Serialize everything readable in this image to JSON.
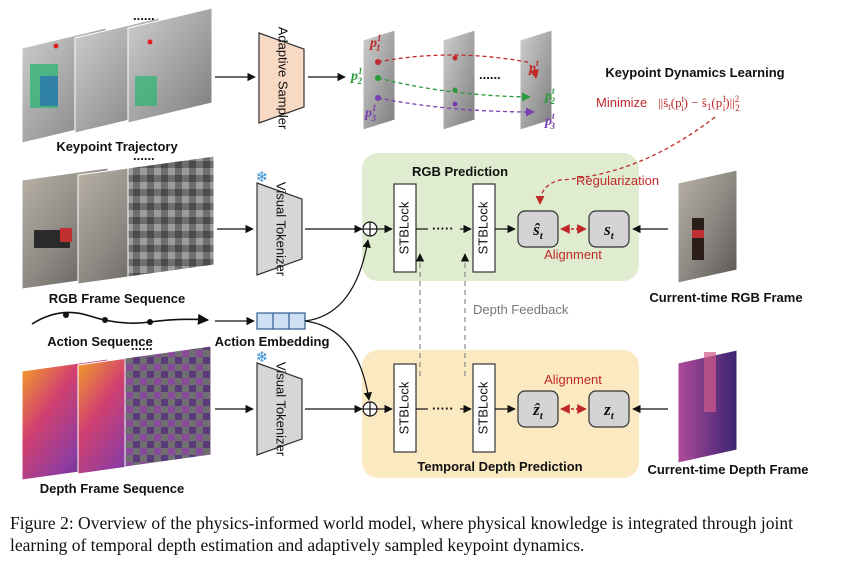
{
  "labels": {
    "keypoint_trajectory": "Keypoint Trajectory",
    "adaptive_sampler": "Adaptive Sampler",
    "keypoint_dynamics_learning": "Keypoint Dynamics Learning",
    "minimize": "Minimize",
    "rgb_prediction": "RGB Prediction",
    "regularization": "Regularization",
    "visual_tokenizer": "Visual Tokenizer",
    "stblock": "STBLock",
    "ellipsis": "......",
    "alignment": "Alignment",
    "rgb_frame_sequence": "RGB Frame Sequence",
    "current_time_rgb_frame": "Current-time RGB Frame",
    "depth_feedback": "Depth Feedback",
    "action_sequence": "Action Sequence",
    "action_embedding": "Action Embedding",
    "temporal_depth_prediction": "Temporal Depth Prediction",
    "depth_frame_sequence": "Depth Frame Sequence",
    "current_time_depth_frame": "Current-time Depth Frame"
  },
  "caption": "Figure 2: Overview of the physics-informed world model, where physical knowledge is integrated through joint learning of temporal depth estimation and adaptively sampled keypoint dynamics.",
  "colors": {
    "rgb_panel": "#dfeccf",
    "depth_panel": "#fbe9c2",
    "sampler_fill": "#f7d9c4",
    "red": "#c0282a",
    "green": "#2a9a3a",
    "purple": "#7a3fb0",
    "gray_text": "#777777"
  }
}
